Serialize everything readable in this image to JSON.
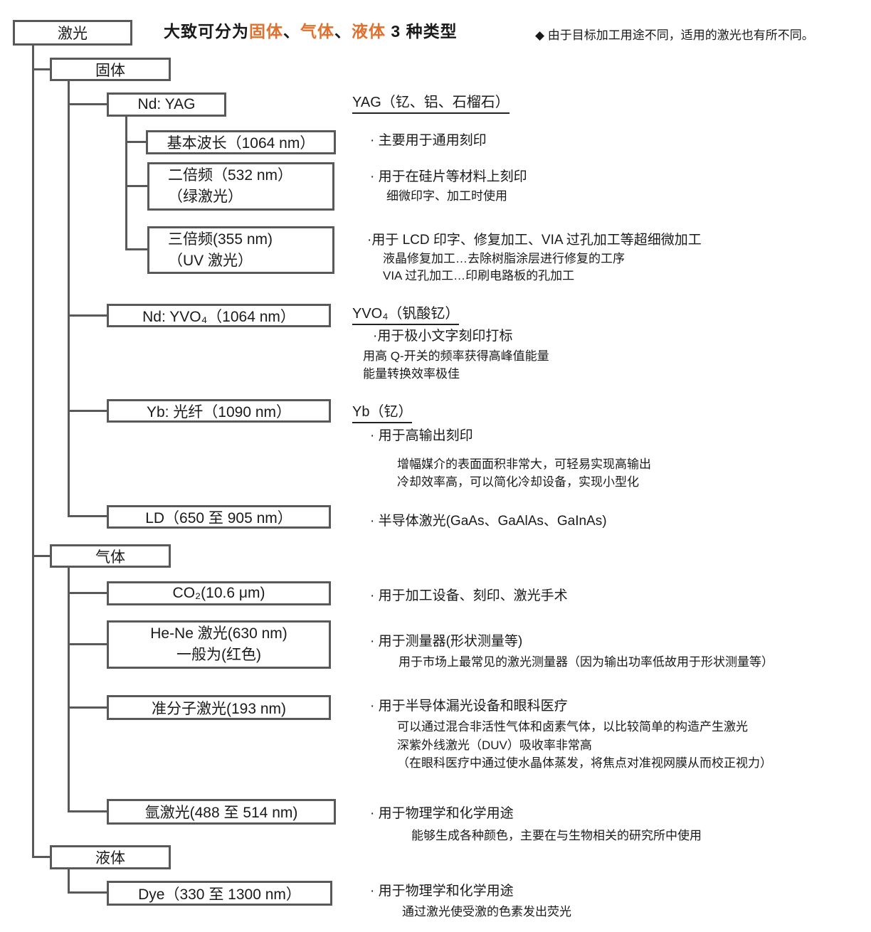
{
  "title": {
    "parts": [
      {
        "text": "大致可分为"
      },
      {
        "text": "固体"
      },
      {
        "text": "、"
      },
      {
        "text": "气体"
      },
      {
        "text": "、"
      },
      {
        "text": "液体"
      },
      {
        "text": " 3 种类型"
      }
    ]
  },
  "note": "◆ 由于目标加工用途不同，适用的激光也有所不同。",
  "boxes": {
    "laser": "激光",
    "solid": "固体",
    "gas": "气体",
    "liquid": "液体",
    "nd_yag": "Nd: YAG",
    "fundamental": "基本波长（1064 nm）",
    "shg": {
      "line1": "二倍频（532 nm）",
      "line2": "（绿激光）"
    },
    "thg": {
      "line1": "三倍频(355 nm)",
      "line2": "（UV 激光）"
    },
    "nd_yvo4": "Nd: YVO₄（1064 nm）",
    "yb_fiber": "Yb: 光纤（1090 nm）",
    "ld": "LD（650 至 905 nm）",
    "co2": "CO₂(10.6 μm)",
    "hene": {
      "line1": "He-Ne 激光(630 nm)",
      "line2": "一般为(红色)"
    },
    "excimer": "准分子激光(193 nm)",
    "argon": "氩激光(488 至 514 nm)",
    "dye": "Dye（330 至 1300 nm）"
  },
  "annotations": {
    "yag": {
      "heading": "YAG（钇、铝、石榴石）"
    },
    "fundamental": {
      "bullet": "· 主要用于通用刻印"
    },
    "shg": {
      "bullet": "· 用于在硅片等材料上刻印",
      "sub1": "细微印字、加工时使用"
    },
    "thg": {
      "bullet": "·用于 LCD 印字、修复加工、VIA 过孔加工等超细微加工",
      "sub1": "液晶修复加工…去除树脂涂层进行修复的工序",
      "sub2": "VIA 过孔加工…印刷电路板的孔加工"
    },
    "yvo4": {
      "heading": "YVO₄（钒酸钇）",
      "bullet": "·用于极小文字刻印打标",
      "sub1": "用高 Q-开关的频率获得高峰值能量",
      "sub2": "能量转换效率极佳"
    },
    "yb": {
      "heading": "Yb（钇）",
      "bullet": "· 用于高输出刻印",
      "sub1": "增幅媒介的表面面积非常大，可轻易实现高输出",
      "sub2": "冷却效率高，可以简化冷却设备，实现小型化"
    },
    "ld": {
      "bullet": "· 半导体激光(GaAs、GaAlAs、GaInAs)"
    },
    "co2": {
      "bullet": "· 用于加工设备、刻印、激光手术"
    },
    "hene": {
      "bullet": "· 用于测量器(形状测量等)",
      "sub1": "用于市场上最常见的激光测量器（因为输出功率低故用于形状测量等）"
    },
    "excimer": {
      "bullet": "· 用于半导体漏光设备和眼科医疗",
      "sub1": "可以通过混合非活性气体和卤素气体，以比较简单的构造产生激光",
      "sub2": "深紫外线激光（DUV）吸收率非常高",
      "sub3": "（在眼科医疗中通过使水晶体蒸发，将焦点对准视网膜从而校正视力）"
    },
    "argon": {
      "bullet": "· 用于物理学和化学用途",
      "sub1": "能够生成各种颜色，主要在与生物相关的研究所中使用"
    },
    "dye": {
      "bullet": "· 用于物理学和化学用途",
      "sub1": "通过激光使受激的色素发出荧光"
    }
  },
  "colors": {
    "accent_orange": "#e0702d",
    "line_gray": "#595959",
    "text": "#1a1a1a"
  }
}
